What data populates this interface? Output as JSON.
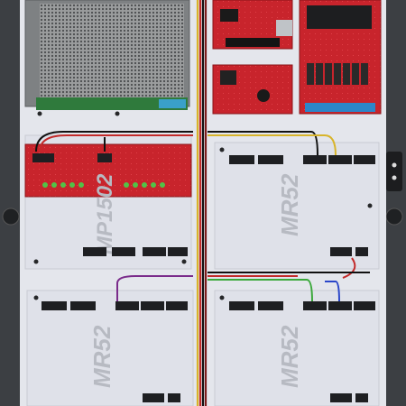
{
  "image": {
    "subject": "Access control enclosure backplate with power supply and interface boards",
    "panels": [
      {
        "key": "top-left",
        "label": "MP1502"
      },
      {
        "key": "top-right",
        "label": "MR52"
      },
      {
        "key": "bottom-left",
        "label": "MR52"
      },
      {
        "key": "bottom-right",
        "label": "MR52"
      }
    ],
    "colors": {
      "enclosure": "#2f3235",
      "backplate": "#e4e6ec",
      "board_red": "#c8242c",
      "psu_mesh": "#8d8f90",
      "terminal": "#1e1f22"
    }
  }
}
